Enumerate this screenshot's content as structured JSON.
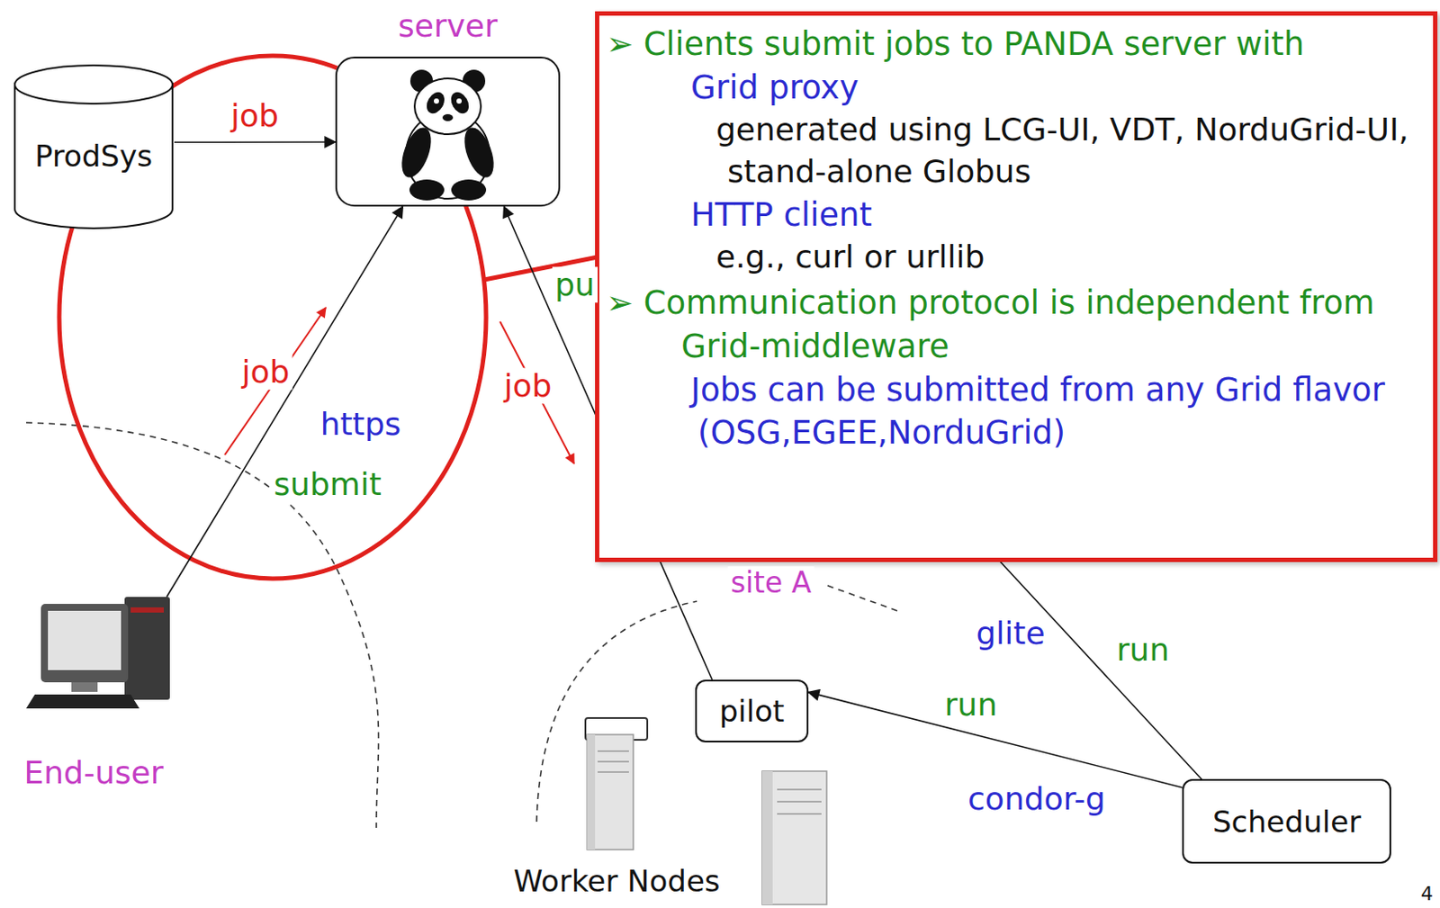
{
  "diagram": {
    "nodes": [
      {
        "text": [
          "ProdSys"
        ]
      },
      {
        "text": [
          "server"
        ]
      },
      {
        "text": [
          "➢ Clients submit jobs to PANDA server with",
          "Grid proxy",
          "generated using LCG-UI, VDT, NorduGrid-UI, stand-alone Globus",
          "HTTP client",
          "e.g., curl or urllib",
          "➢ Communication protocol is independent from Grid-middleware",
          "Jobs can be submitted from any Grid flavor (OSG,EGEE,NorduGrid)"
        ]
      },
      {
        "text": [
          "End-user"
        ]
      },
      {
        "text": [
          "pilot"
        ]
      },
      {
        "text": [
          "Scheduler"
        ]
      }
    ],
    "edges": [
      {
        "from": 0,
        "to": 1,
        "label": "job",
        "arrow": "to"
      },
      {
        "from": 3,
        "to": 1,
        "arrow": "to"
      },
      {
        "from": 4,
        "to": 1,
        "arrow": "to"
      },
      {
        "from": 5,
        "to": 4,
        "label": "run",
        "arrow": "to"
      }
    ],
    "labels": [
      "job",
      "https",
      "submit",
      "pu",
      "job",
      "site A",
      "glite",
      "run",
      "condor-g",
      "Worker Nodes",
      "4"
    ]
  }
}
